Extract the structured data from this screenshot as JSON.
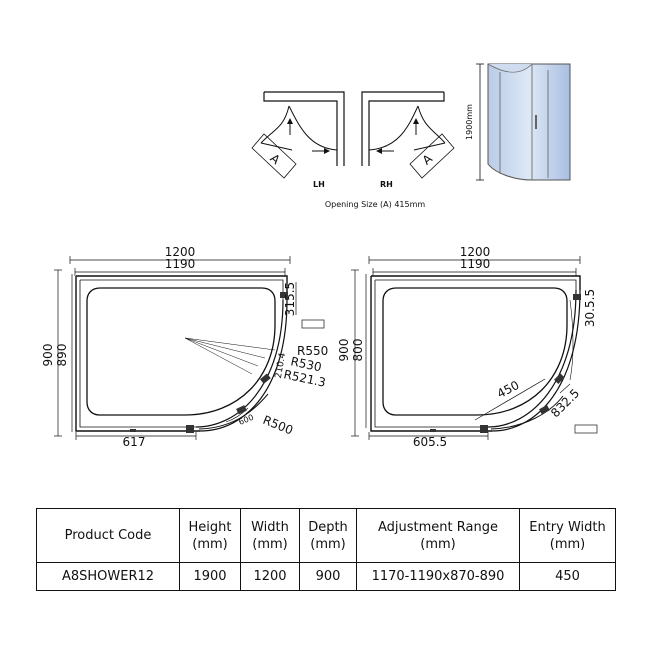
{
  "top": {
    "lh_label": "LH",
    "rh_label": "RH",
    "a_label": "A",
    "height_label": "1900mm",
    "caption": "Opening Size (A) 415mm"
  },
  "plan_left": {
    "width_outer": "1200",
    "width_inner": "1190",
    "depth_outer": "900",
    "depth_inner": "890",
    "side_return": "315.5",
    "r550": "R550",
    "r530": "R530",
    "r521": "R521.3",
    "d210": "210.4",
    "r500": "R500",
    "r600": "600",
    "bottom": "617"
  },
  "plan_right": {
    "width_outer": "1200",
    "width_inner": "1190",
    "depth_outer": "900",
    "depth_inner": "800",
    "side_return": "30.5.5",
    "entry": "450",
    "diag": "832.5",
    "bottom": "605.5"
  },
  "table": {
    "headers": [
      {
        "line1": "Product Code",
        "line2": ""
      },
      {
        "line1": "Height",
        "line2": "(mm)"
      },
      {
        "line1": "Width",
        "line2": "(mm)"
      },
      {
        "line1": "Depth",
        "line2": "(mm)"
      },
      {
        "line1": "Adjustment Range",
        "line2": "(mm)"
      },
      {
        "line1": "Entry Width",
        "line2": "(mm)"
      }
    ],
    "values": [
      "A8SHOWER12",
      "1900",
      "1200",
      "900",
      "1170-1190x870-890",
      "450"
    ]
  }
}
